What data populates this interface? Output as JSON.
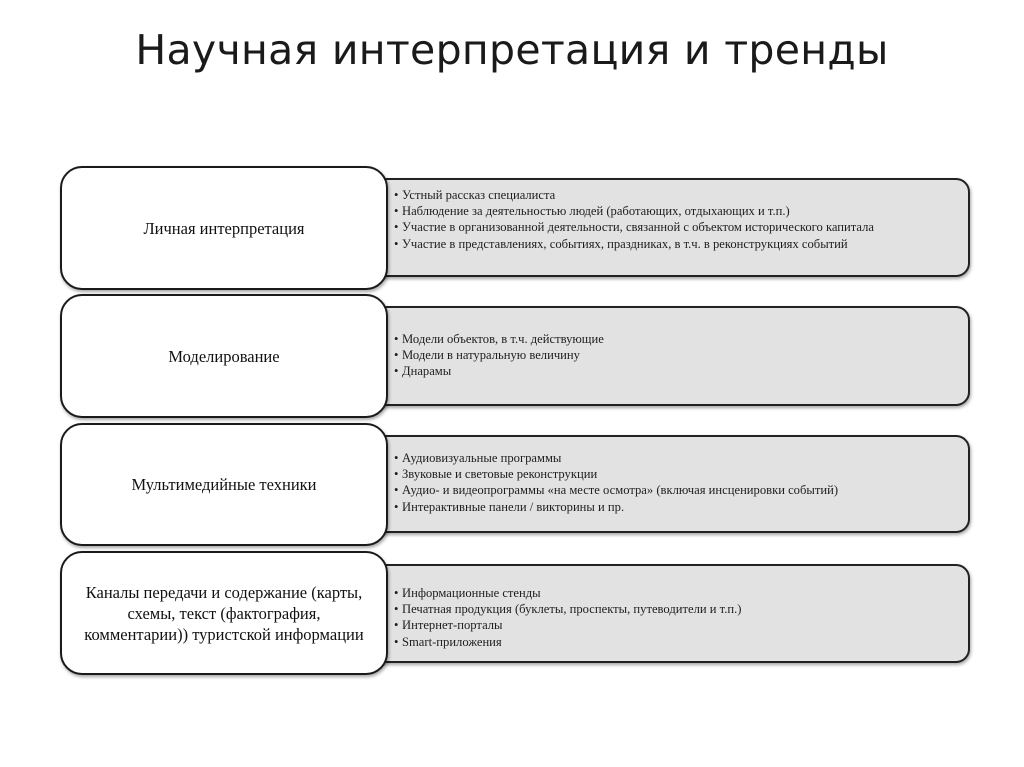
{
  "slide": {
    "title": "Научная интерпретация и тренды"
  },
  "rows": [
    {
      "category": "Личная интерпретация",
      "items": [
        "Устный рассказ специалиста",
        "Наблюдение за деятельностью людей (работающих, отдыхающих и т.п.)",
        "Участие в организованной деятельности, связанной с объектом исторического капитала",
        "Участие в представлениях, событиях, праздниках, в т.ч. в реконструкциях событий"
      ]
    },
    {
      "category": "Моделирование",
      "items": [
        "Модели объектов, в т.ч. действующие",
        "Модели в натуральную величину",
        "Днарамы"
      ]
    },
    {
      "category": "Мультимедийные техники",
      "items": [
        "Аудиовизуальные программы",
        "Звуковые и световые реконструкции",
        "Аудио- и видеопрограммы «на месте осмотра» (включая инсценировки событий)",
        "Интерактивные панели / викторины и пр."
      ]
    },
    {
      "category": "Каналы передачи и содержание (карты, схемы, текст (фактография, комментарии)) туристской информации",
      "items": [
        "Информационные стенды",
        "Печатная продукция (буклеты, проспекты, путеводители и т.п.)",
        "Интернет-порталы",
        "Smart-приложения"
      ]
    }
  ]
}
